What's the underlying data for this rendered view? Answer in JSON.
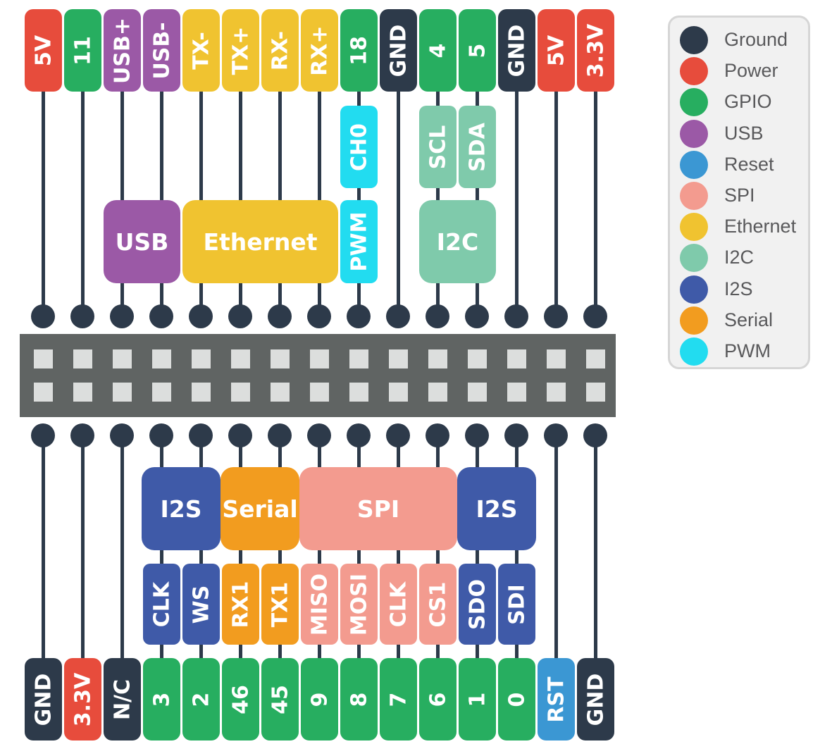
{
  "colors": {
    "ground": "#2d3a4a",
    "power": "#e74c3c",
    "gpio": "#27ae60",
    "usb": "#9b59a6",
    "reset": "#3b97d3",
    "spi": "#f39b8f",
    "ethernet": "#f0c330",
    "i2c": "#7fcaab",
    "i2s": "#3f5aa8",
    "serial": "#f29c1f",
    "pwm": "#22dcf0"
  },
  "top_pins": [
    {
      "label": "5V",
      "type": "power"
    },
    {
      "label": "11",
      "type": "gpio"
    },
    {
      "label": "USB+",
      "type": "usb"
    },
    {
      "label": "USB-",
      "type": "usb"
    },
    {
      "label": "TX-",
      "type": "ethernet"
    },
    {
      "label": "TX+",
      "type": "ethernet"
    },
    {
      "label": "RX-",
      "type": "ethernet"
    },
    {
      "label": "RX+",
      "type": "ethernet"
    },
    {
      "label": "18",
      "type": "gpio"
    },
    {
      "label": "GND",
      "type": "ground"
    },
    {
      "label": "4",
      "type": "gpio"
    },
    {
      "label": "5",
      "type": "gpio"
    },
    {
      "label": "GND",
      "type": "ground"
    },
    {
      "label": "5V",
      "type": "power"
    },
    {
      "label": "3.3V",
      "type": "power"
    }
  ],
  "bottom_pins": [
    {
      "label": "GND",
      "type": "ground"
    },
    {
      "label": "3.3V",
      "type": "power"
    },
    {
      "label": "N/C",
      "type": "ground"
    },
    {
      "label": "3",
      "type": "gpio"
    },
    {
      "label": "2",
      "type": "gpio"
    },
    {
      "label": "46",
      "type": "gpio"
    },
    {
      "label": "45",
      "type": "gpio"
    },
    {
      "label": "9",
      "type": "gpio"
    },
    {
      "label": "8",
      "type": "gpio"
    },
    {
      "label": "7",
      "type": "gpio"
    },
    {
      "label": "6",
      "type": "gpio"
    },
    {
      "label": "1",
      "type": "gpio"
    },
    {
      "label": "0",
      "type": "gpio"
    },
    {
      "label": "RST",
      "type": "reset"
    },
    {
      "label": "GND",
      "type": "ground"
    }
  ],
  "top_functions": [
    {
      "label": "CH0",
      "type": "pwm",
      "pin": 8
    },
    {
      "label": "SCL",
      "type": "i2c",
      "pin": 10
    },
    {
      "label": "SDA",
      "type": "i2c",
      "pin": 11
    }
  ],
  "top_groups": [
    {
      "label": "USB",
      "type": "usb",
      "pins": [
        2,
        3
      ],
      "vertical": false
    },
    {
      "label": "Ethernet",
      "type": "ethernet",
      "pins": [
        4,
        7
      ],
      "vertical": false
    },
    {
      "label": "PWM",
      "type": "pwm",
      "pins": [
        8,
        8
      ],
      "vertical": true
    },
    {
      "label": "I2C",
      "type": "i2c",
      "pins": [
        10,
        11
      ],
      "vertical": false
    }
  ],
  "bottom_groups": [
    {
      "label": "I2S",
      "type": "i2s",
      "pins": [
        3,
        4
      ]
    },
    {
      "label": "Serial",
      "type": "serial",
      "pins": [
        5,
        6
      ]
    },
    {
      "label": "SPI",
      "type": "spi",
      "pins": [
        7,
        10
      ]
    },
    {
      "label": "I2S",
      "type": "i2s",
      "pins": [
        11,
        12
      ]
    }
  ],
  "bottom_functions": [
    {
      "label": "CLK",
      "type": "i2s",
      "pin": 3
    },
    {
      "label": "WS",
      "type": "i2s",
      "pin": 4
    },
    {
      "label": "RX1",
      "type": "serial",
      "pin": 5
    },
    {
      "label": "TX1",
      "type": "serial",
      "pin": 6
    },
    {
      "label": "MISO",
      "type": "spi",
      "pin": 7
    },
    {
      "label": "MOSI",
      "type": "spi",
      "pin": 8
    },
    {
      "label": "CLK",
      "type": "spi",
      "pin": 9
    },
    {
      "label": "CS1",
      "type": "spi",
      "pin": 10
    },
    {
      "label": "SDO",
      "type": "i2s",
      "pin": 11
    },
    {
      "label": "SDI",
      "type": "i2s",
      "pin": 12
    }
  ],
  "legend": [
    {
      "label": "Ground",
      "type": "ground"
    },
    {
      "label": "Power",
      "type": "power"
    },
    {
      "label": "GPIO",
      "type": "gpio"
    },
    {
      "label": "USB",
      "type": "usb"
    },
    {
      "label": "Reset",
      "type": "reset"
    },
    {
      "label": "SPI",
      "type": "spi"
    },
    {
      "label": "Ethernet",
      "type": "ethernet"
    },
    {
      "label": "I2C",
      "type": "i2c"
    },
    {
      "label": "I2S",
      "type": "i2s"
    },
    {
      "label": "Serial",
      "type": "serial"
    },
    {
      "label": "PWM",
      "type": "pwm"
    }
  ]
}
